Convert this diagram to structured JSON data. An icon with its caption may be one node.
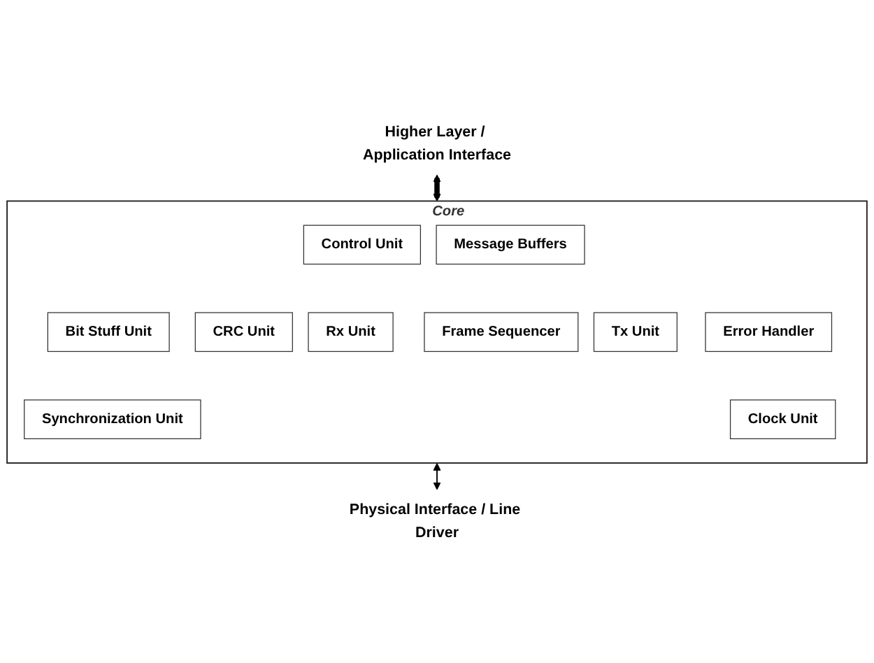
{
  "diagram": {
    "nodes": [
      {
        "text": [
          "Higher Layer / Application Interface"
        ]
      },
      {
        "text": [
          "Core"
        ]
      },
      {
        "text": [
          "Message Buffers"
        ],
        "in": 1
      },
      {
        "text": [
          "Control Unit"
        ],
        "in": 1
      },
      {
        "text": [
          "Bit Stuff Unit"
        ],
        "in": 1
      },
      {
        "text": [
          "CRC Unit"
        ],
        "in": 1
      },
      {
        "text": [
          "Rx Unit"
        ],
        "in": 1
      },
      {
        "text": [
          "Frame Sequencer"
        ],
        "in": 1
      },
      {
        "text": [
          "Tx Unit"
        ],
        "in": 1
      },
      {
        "text": [
          "Error Handler"
        ],
        "in": 1
      },
      {
        "text": [
          "Synchronization Unit"
        ],
        "in": 1
      },
      {
        "text": [
          "Clock Unit"
        ],
        "in": 1
      },
      {
        "text": [
          "Physical Interface / Line Driver"
        ]
      }
    ],
    "edges": [
      {
        "from": 0,
        "to": 1,
        "arrow": "both",
        "style": "thick"
      },
      {
        "from": 1,
        "to": 12,
        "arrow": "both"
      }
    ]
  }
}
